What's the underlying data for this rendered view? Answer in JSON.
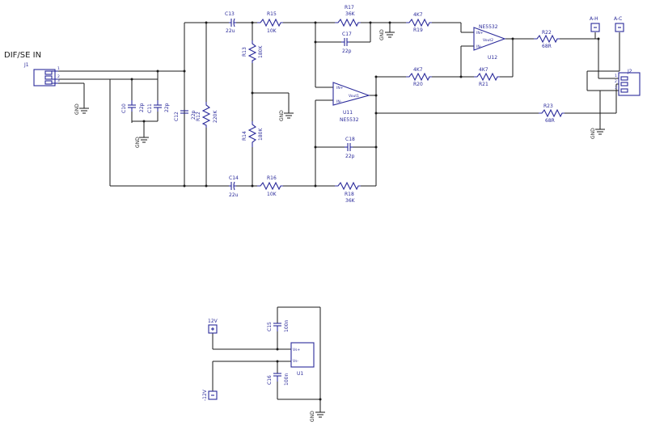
{
  "title": "DIF/SE IN",
  "connectors": {
    "j1": {
      "ref": "J1",
      "pins": [
        "1",
        "2",
        "3"
      ]
    },
    "j2": {
      "ref": "J2",
      "pins": [
        "1",
        "2",
        "3"
      ]
    }
  },
  "resistors": {
    "r12": {
      "ref": "R12",
      "value": "220K"
    },
    "r13": {
      "ref": "R13",
      "value": "180K"
    },
    "r14": {
      "ref": "R14",
      "value": "180K"
    },
    "r15": {
      "ref": "R15",
      "value": "10K"
    },
    "r16": {
      "ref": "R16",
      "value": "10K"
    },
    "r17": {
      "ref": "R17",
      "value": "36K"
    },
    "r18": {
      "ref": "R18",
      "value": "36K"
    },
    "r19": {
      "ref": "R19",
      "value": "4K7"
    },
    "r20": {
      "ref": "R20",
      "value": "4K7"
    },
    "r21": {
      "ref": "R21",
      "value": "4K7"
    },
    "r22": {
      "ref": "R22",
      "value": "68R"
    },
    "r23": {
      "ref": "R23",
      "value": "68R"
    }
  },
  "capacitors": {
    "c10": {
      "ref": "C10",
      "value": "22p"
    },
    "c11": {
      "ref": "C11",
      "value": "22p"
    },
    "c12": {
      "ref": "C12",
      "value": "22p"
    },
    "c13": {
      "ref": "C13",
      "value": "22u"
    },
    "c14": {
      "ref": "C14",
      "value": "22u"
    },
    "c15": {
      "ref": "C15",
      "value": "100n"
    },
    "c16": {
      "ref": "C16",
      "value": "100n"
    },
    "c17": {
      "ref": "C17",
      "value": "22p"
    },
    "c18": {
      "ref": "C18",
      "value": "22p"
    }
  },
  "opamps": {
    "u11": {
      "ref": "U11",
      "part": "NE5532",
      "in_plus": "IN+",
      "in_minus": "IN-",
      "out": "Vout1"
    },
    "u12": {
      "ref": "U12",
      "part": "NE5532",
      "in_plus": "IN+",
      "in_minus": "IN-",
      "out": "Vout2"
    }
  },
  "power_ic": {
    "ref": "U1",
    "vs_plus": "Vs+",
    "vs_minus": "Vs-"
  },
  "ports": {
    "a_h": "A-H",
    "a_c": "A-C",
    "p12v": "12V",
    "n12v": "-12V"
  },
  "gnd_label": "GND",
  "colors": {
    "wire": "#1a1a1a",
    "component": "#2a2a9a",
    "background": "#ffffff"
  }
}
